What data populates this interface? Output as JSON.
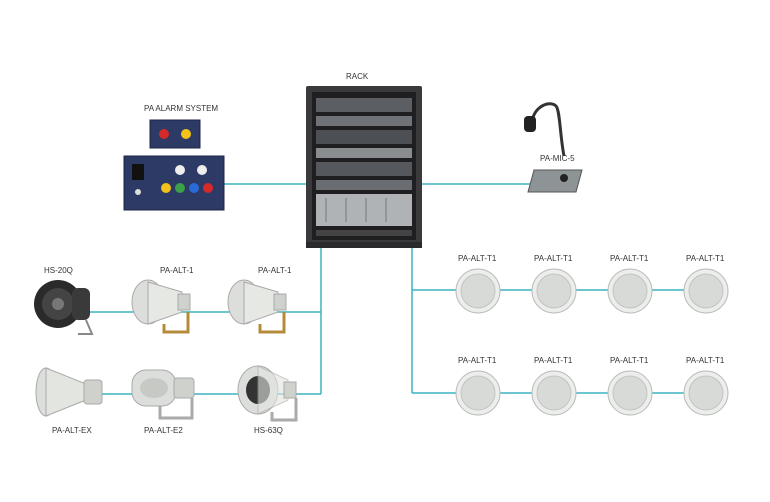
{
  "labels": {
    "rack": "RACK",
    "alarm": "PA ALARM SYSTEM",
    "mic": "PA-MIC-5",
    "hs20q": "HS-20Q",
    "alt1_a": "PA-ALT-1",
    "alt1_b": "PA-ALT-1",
    "altex": "PA-ALT-EX",
    "alte2": "PA-ALT-E2",
    "hs63q": "HS-63Q",
    "ceiling": [
      "PA-ALT-T1",
      "PA-ALT-T1",
      "PA-ALT-T1",
      "PA-ALT-T1",
      "PA-ALT-T1",
      "PA-ALT-T1",
      "PA-ALT-T1",
      "PA-ALT-T1"
    ]
  },
  "colors": {
    "wire": "#3bb3c3",
    "rack": "#3a3a3c",
    "panel": "#2d3a66"
  }
}
